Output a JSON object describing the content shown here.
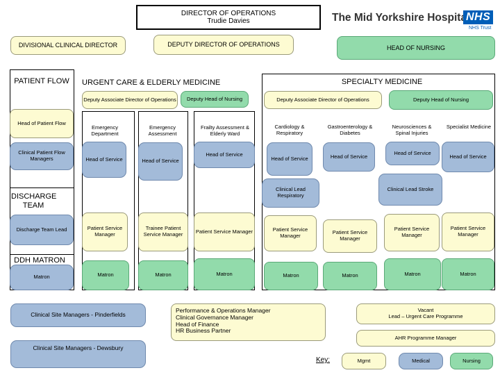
{
  "header": {
    "director_title": "DIRECTOR OF OPERATIONS",
    "director_name": "Trudie Davies",
    "logo_text": "The Mid Yorkshire Hospitals",
    "logo_badge": "NHS",
    "logo_sub": "NHS Trust"
  },
  "top_row": {
    "divisional": "DIVISIONAL CLINICAL DIRECTOR",
    "deputy_director": "DEPUTY DIRECTOR OF OPERATIONS",
    "head_nursing": "HEAD OF NURSING"
  },
  "patient_flow": {
    "title": "PATIENT FLOW",
    "head": "Head of Patient Flow",
    "managers": "Clinical Patient Flow Managers"
  },
  "discharge": {
    "title": "DISCHARGE TEAM",
    "lead": "Discharge Team Lead"
  },
  "ddh": {
    "title": "DDH MATRON",
    "matron": "Matron"
  },
  "urgent_care": {
    "title": "URGENT CARE & ELDERLY MEDICINE",
    "deputy_assoc": "Deputy Associate Director of Operations",
    "deputy_nursing": "Deputy Head of Nursing",
    "columns": [
      {
        "name": "Emergency Department",
        "head": "Head of Service",
        "manager": "Patient Service Manager",
        "matron": "Matron"
      },
      {
        "name": "Emergency Assessment",
        "head": "Head of Service",
        "manager": "Trainee Patient Service Manager",
        "matron": "Matron"
      },
      {
        "name": "Frailty Assessment & Elderly Ward",
        "head": "Head of Service",
        "manager": "Patient Service Manager",
        "matron": "Matron"
      }
    ]
  },
  "specialty": {
    "title": "SPECIALTY MEDICINE",
    "deputy_assoc": "Deputy Associate Director of Operations",
    "deputy_nursing": "Deputy Head of Nursing",
    "columns": [
      {
        "name": "Cardiology & Respiratory",
        "head": "Head of Service",
        "manager": "Patient Service Manager",
        "matron": "Matron"
      },
      {
        "name": "Gastroenterology & Diabetes",
        "head": "Head of Service",
        "manager": "Patient Service Manager",
        "matron": "Matron"
      },
      {
        "name": "Neurosciences & Spinal Injuries",
        "head": "Head of Service",
        "manager": "Patient Service Manager",
        "matron": "Matron"
      },
      {
        "name": "Specialist Medicine",
        "head": "Head of Service",
        "manager": "Patient Service Manager",
        "matron": "Matron"
      }
    ],
    "clinical_lead_resp": "Clinical Lead Respiratory",
    "clinical_lead_stroke": "Clinical Lead Stroke"
  },
  "bottom": {
    "site_pinderfields": "Clinical Site Managers - Pinderfields",
    "site_dewsbury": "Clinical Site Managers - Dewsbury",
    "performance_lines": [
      "Performance & Operations Manager",
      "Clinical Governance Manager",
      "Head of Finance",
      "HR Business  Partner"
    ],
    "vacant_lines": [
      "Vacant",
      "Lead – Urgent Care Programme"
    ],
    "ahr": "AHR Programme Manager"
  },
  "key": {
    "label": "Key:",
    "mgmt": "Mgmt",
    "medical": "Medical",
    "nursing": "Nursing"
  },
  "colors": {
    "management": "#fdfbd2",
    "medical": "#a3bbd9",
    "nursing": "#92dbab"
  }
}
